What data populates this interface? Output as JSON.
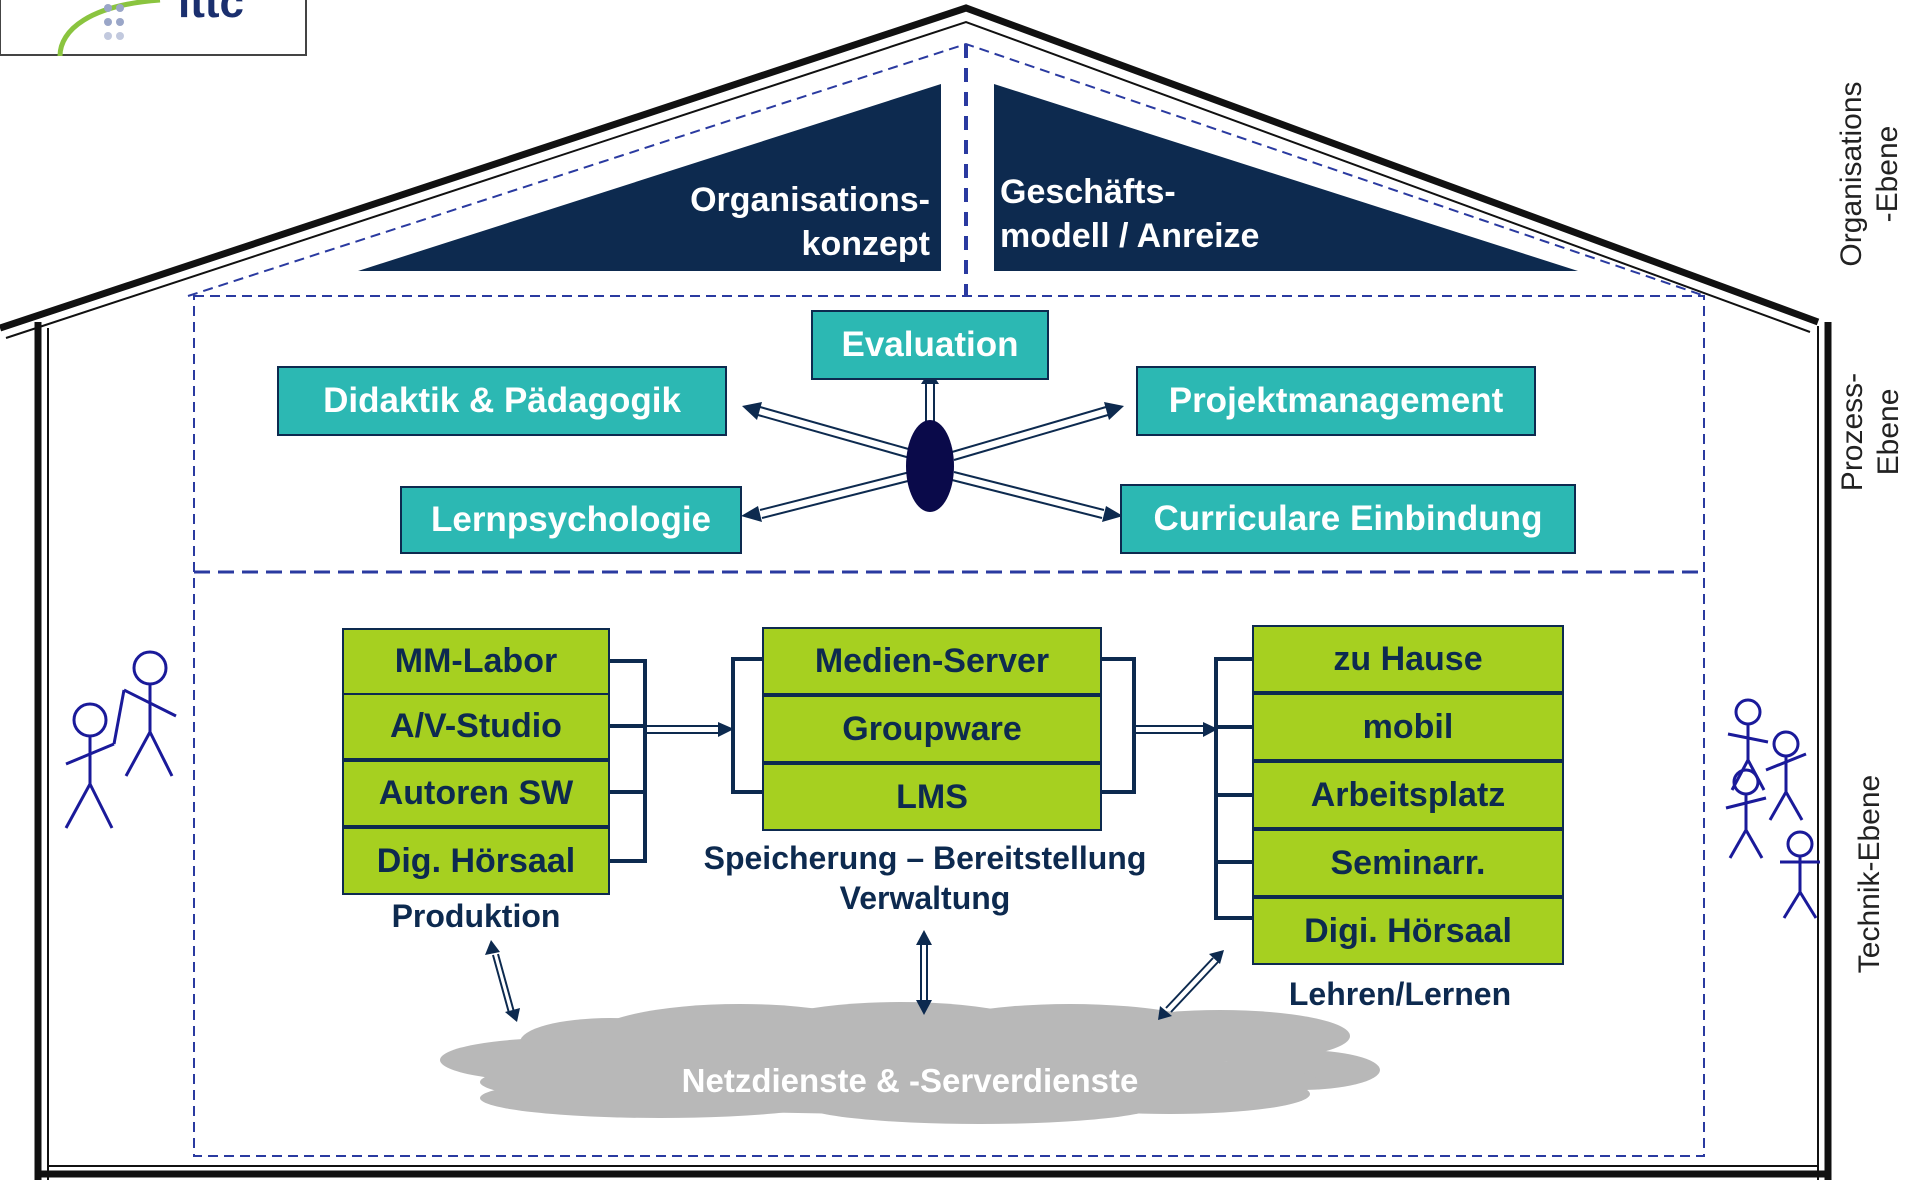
{
  "logo": {
    "text": "ittc"
  },
  "roof": {
    "left_triangle": [
      "Organisations-",
      "konzept"
    ],
    "right_triangle": [
      "Geschäfts-",
      "modell / Anreize"
    ]
  },
  "process": {
    "evaluation": "Evaluation",
    "didaktik": "Didaktik & Pädagogik",
    "projektmanagement": "Projektmanagement",
    "lernpsychologie": "Lernpsychologie",
    "curriculare": "Curriculare Einbindung"
  },
  "technik": {
    "production": {
      "items": [
        "MM-Labor",
        "A/V-Studio",
        "Autoren SW",
        "Dig. Hörsaal"
      ],
      "caption": "Produktion"
    },
    "storage": {
      "items": [
        "Medien-Server",
        "Groupware",
        "LMS"
      ],
      "caption_line1": "Speicherung – Bereitstellung",
      "caption_line2": "Verwaltung"
    },
    "learning": {
      "items": [
        "zu Hause",
        "mobil",
        "Arbeitsplatz",
        "Seminarr.",
        "Digi. Hörsaal"
      ],
      "caption": "Lehren/Lernen"
    },
    "cloud": "Netzdienste & -Serverdienste"
  },
  "levels": {
    "organisation": [
      "Organisations",
      "-Ebene"
    ],
    "prozess": [
      "Prozess-",
      "Ebene"
    ],
    "technik": "Technik-Ebene"
  },
  "colors": {
    "navy": "#0d2a4f",
    "teal": "#2cb8b3",
    "green": "#a6d020",
    "cloud": "#b8b8b8",
    "dash": "#2a3aa0"
  }
}
